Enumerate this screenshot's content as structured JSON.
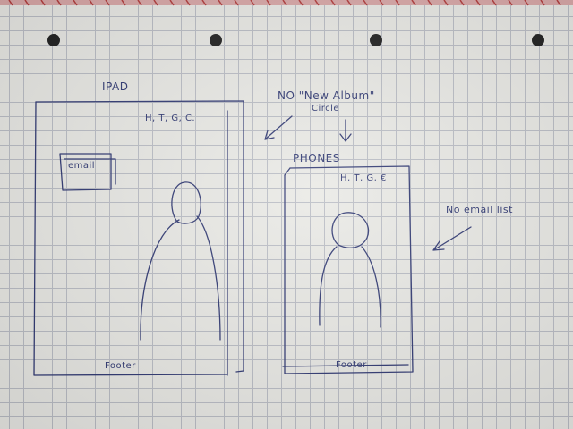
{
  "ipad": {
    "label": "IPAD",
    "header_icons": "H, T, G, C.",
    "email_box": "email",
    "footer": "Footer"
  },
  "phones": {
    "label": "PHONES",
    "header_icons": "H, T, G, €",
    "footer": "Footer"
  },
  "notes": {
    "no_new_album_line1": "NO \"New Album\"",
    "no_new_album_line2": "Circle",
    "no_email_list": "No email list"
  },
  "colors": {
    "ink": "#2c3570",
    "paper": "#e9e9e5",
    "grid": "#b9bcc4"
  }
}
